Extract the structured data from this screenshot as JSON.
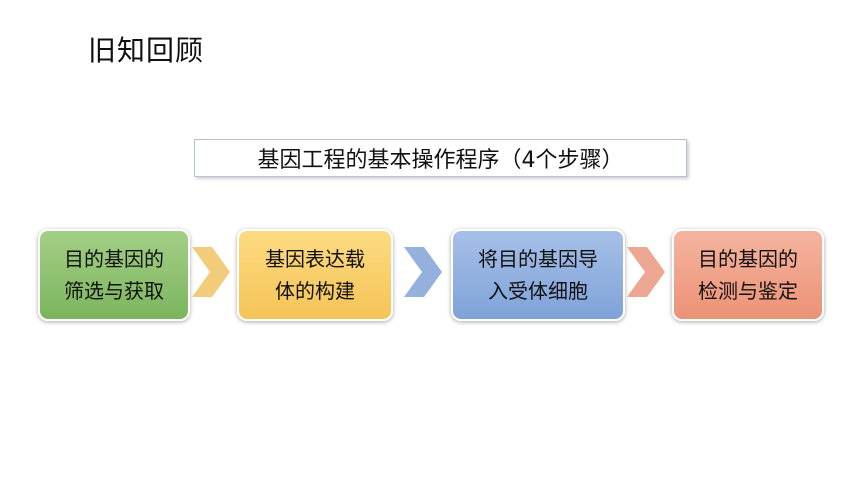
{
  "title": "旧知回顾",
  "header": {
    "text": "基因工程的基本操作程序（4个步骤）"
  },
  "steps": [
    {
      "line1": "目的基因的",
      "line2": "筛选与获取",
      "color": "#8dc26f"
    },
    {
      "line1": "基因表达载",
      "line2": "体的构建",
      "color": "#f8cc6a"
    },
    {
      "line1": "将目的基因导",
      "line2": "入受体细胞",
      "color": "#8fb0df"
    },
    {
      "line1": "目的基因的",
      "line2": "检测与鉴定",
      "color": "#f09f84"
    }
  ],
  "arrows": [
    {
      "icon": "chevron-right-icon",
      "color": "#f2cc7a"
    },
    {
      "icon": "chevron-right-icon",
      "color": "#93b1dc"
    },
    {
      "icon": "chevron-right-icon",
      "color": "#eda691"
    }
  ]
}
